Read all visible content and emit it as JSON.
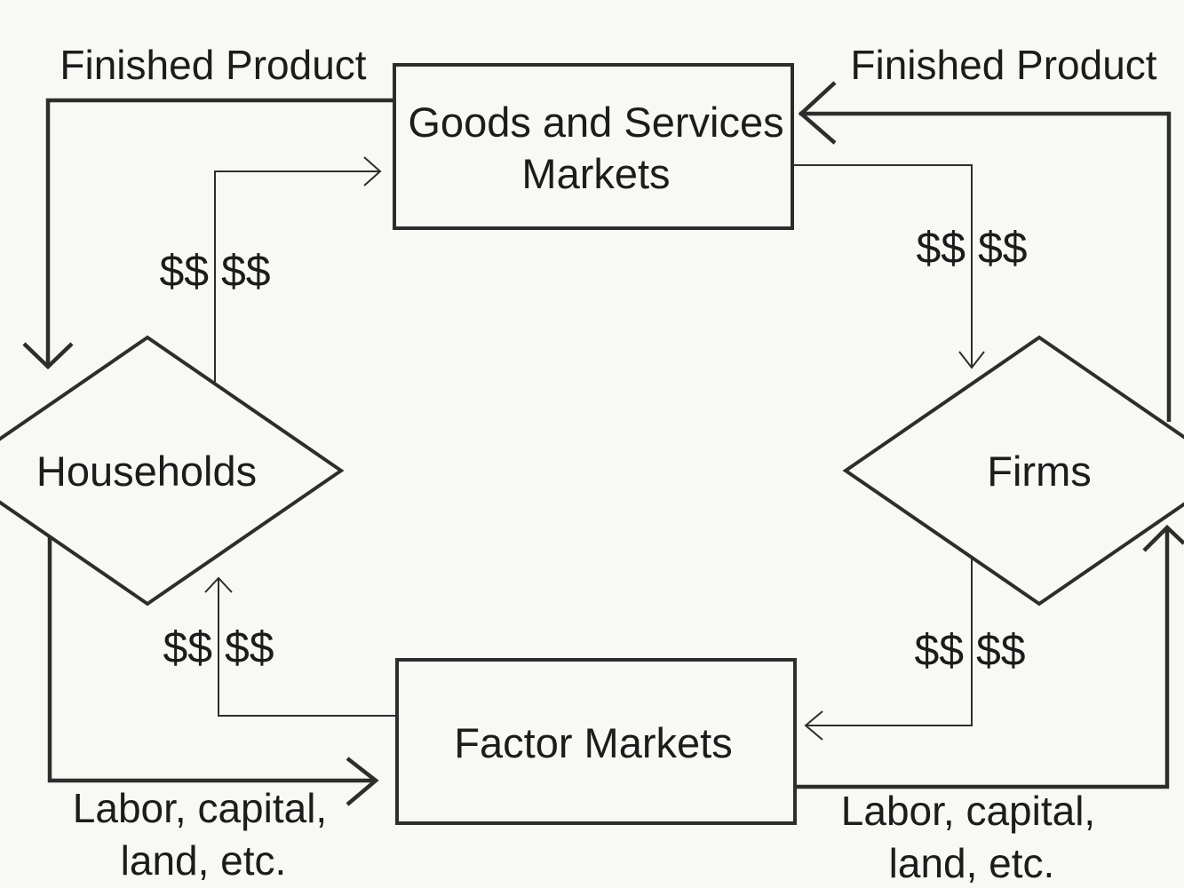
{
  "nodes": {
    "goods_services_markets": {
      "lines": [
        "Goods and Services",
        "Markets"
      ]
    },
    "factor_markets": {
      "label": "Factor Markets"
    },
    "households": {
      "label": "Households"
    },
    "firms": {
      "label": "Firms"
    }
  },
  "edges": {
    "finished_product_left": "Finished Product",
    "finished_product_right": "Finished Product",
    "labor_left": [
      "Labor, capital,",
      "land, etc."
    ],
    "labor_right": [
      "Labor, capital,",
      "land, etc."
    ],
    "money_households_to_goods": "$$ $$",
    "money_goods_to_firms": "$$ $$",
    "money_factor_to_households": "$$ $$",
    "money_firms_to_factor": "$$ $$"
  }
}
